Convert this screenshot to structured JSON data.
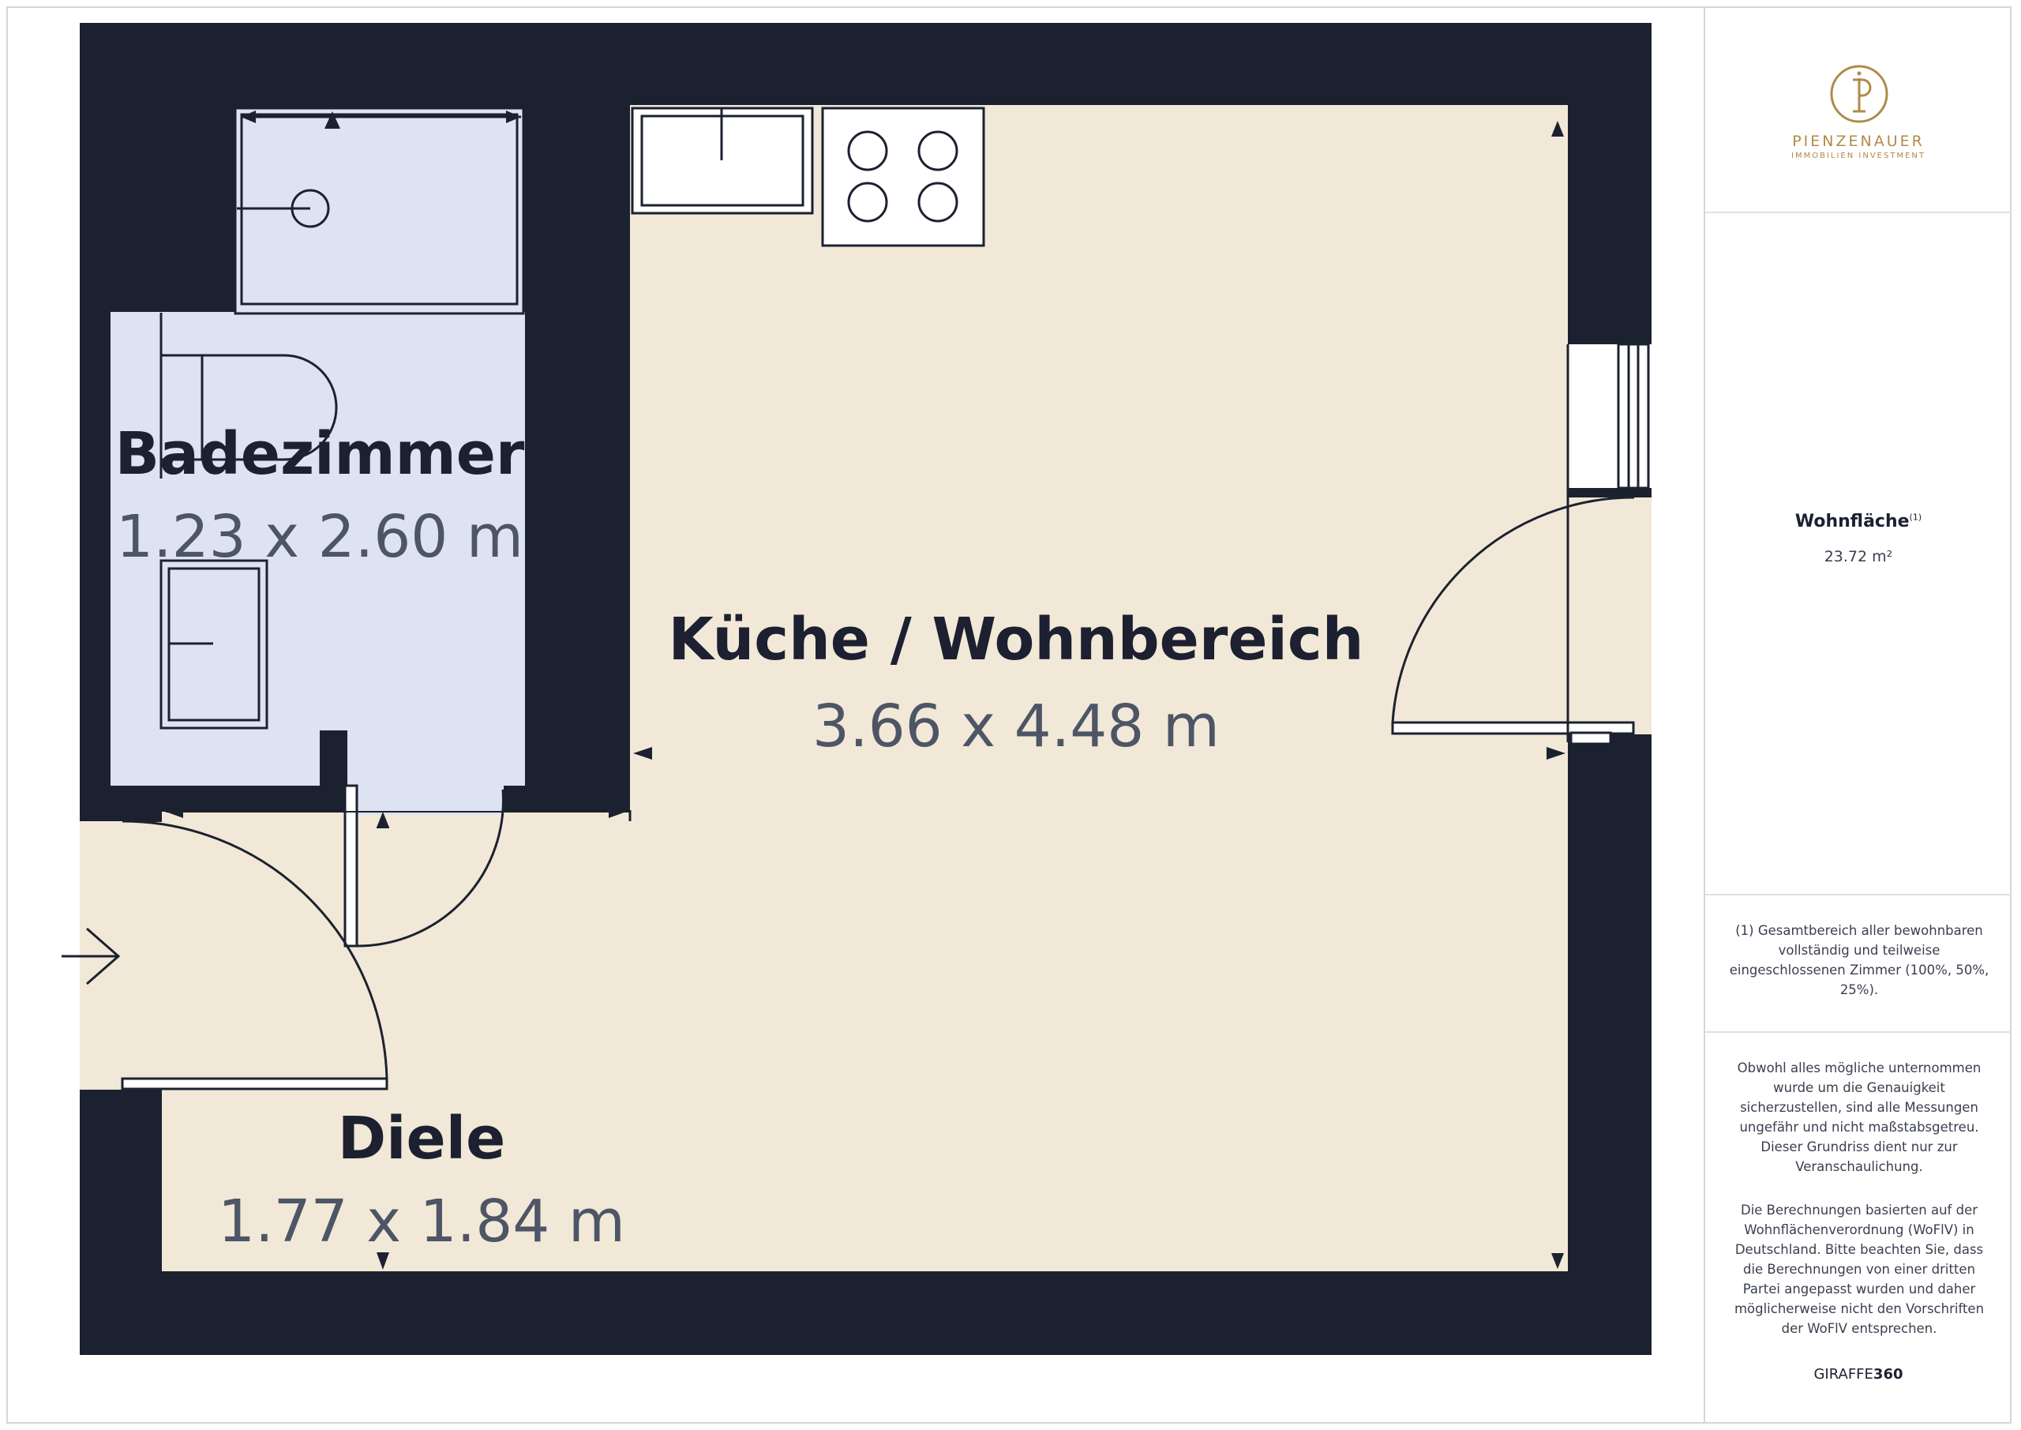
{
  "rooms": {
    "bathroom": {
      "name": "Badezimmer",
      "dimensions": "1.23 x 2.60 m"
    },
    "living": {
      "name": "Küche / Wohnbereich",
      "dimensions": "3.66 x 4.48 m"
    },
    "hall": {
      "name": "Diele",
      "dimensions": "1.77 x 1.84 m"
    }
  },
  "brand": {
    "name": "PIENZENAUER",
    "tagline": "IMMOBILIEN INVESTMENT"
  },
  "summary": {
    "label": "Wohnfläche",
    "footnote_mark": "(1)",
    "value": "23.72 m²"
  },
  "footnote": "(1) Gesamtbereich aller bewohnbaren vollständig und teilweise eingeschlossenen Zimmer (100%, 50%, 25%).",
  "disclaimer": "Obwohl alles mögliche unternommen wurde um die Genauigkeit sicherzustellen, sind alle Messungen ungefähr und nicht maßstabsgetreu. Dieser Grundriss dient nur zur Veranschaulichung.",
  "calculation_note": "Die Berechnungen basierten auf der Wohnflächenverordnung (WoFlV) in Deutschland. Bitte beachten Sie, dass die Berechnungen von einer dritten Partei angepasst wurden und daher möglicherweise nicht den Vorschriften der WoFlV entsprechen.",
  "credit": {
    "prefix": "GIRAFFE",
    "suffix": "360"
  },
  "colors": {
    "wall": "#1c2130",
    "floor_living": "#f1e8d7",
    "floor_bath": "#dde3f1",
    "accent_gold": "#b08a4a"
  }
}
